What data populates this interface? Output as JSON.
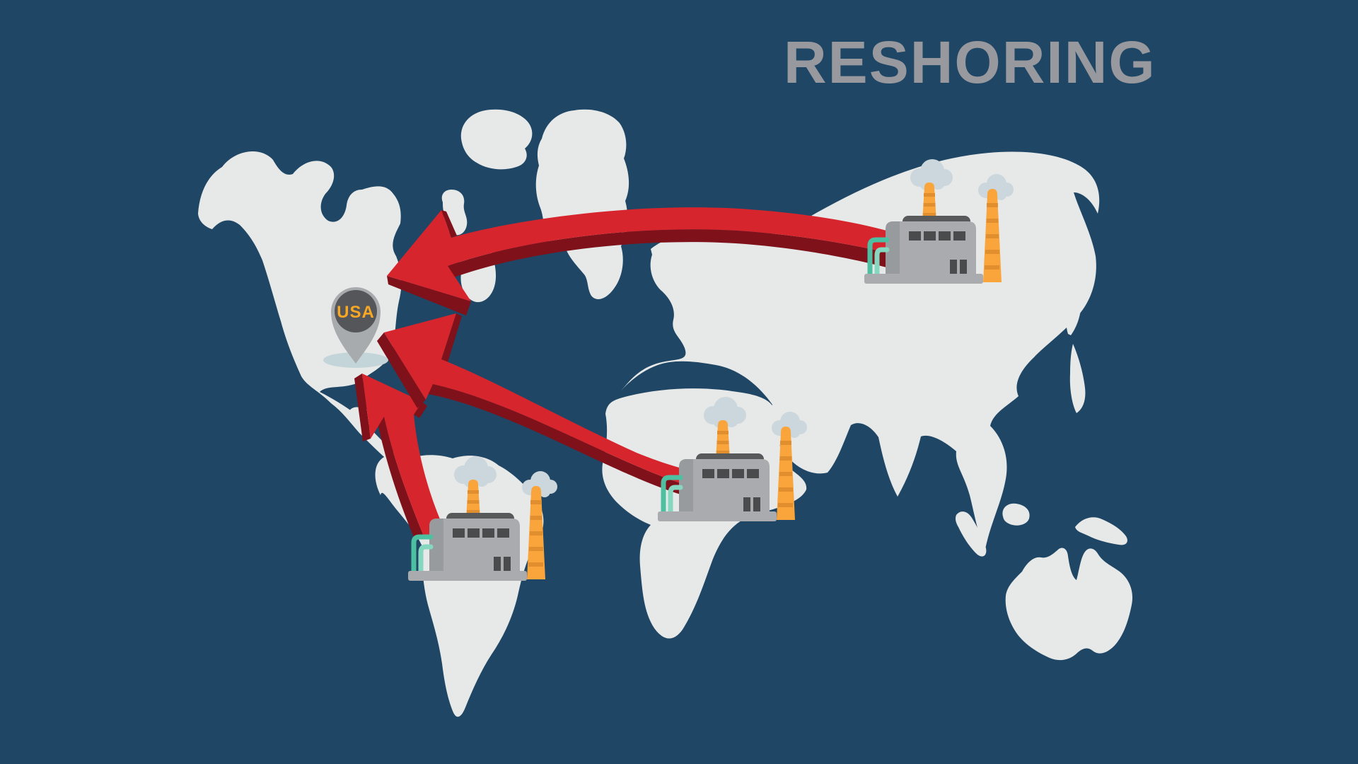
{
  "title": "RESHORING",
  "pin": {
    "label": "USA"
  },
  "colors": {
    "background": "#1F4765",
    "land": "#E7E8E8",
    "title": "#97999E",
    "arrow_red": "#D7252D",
    "arrow_dark": "#7E1119",
    "pin_gray": "#A8ABAE",
    "pin_circle": "#545659",
    "pin_shadow": "#C3D5D9",
    "label_orange": "#F9A825",
    "factory_body": "#A9ABAE",
    "factory_shade": "#989B9E",
    "factory_roof": "#58595B",
    "factory_dark": "#4A4B4D",
    "chimney": "#F9A53B",
    "chimney_band": "#E08E2E",
    "pipe_dark": "#4EC0A2",
    "pipe_light": "#85D7C0",
    "smoke": "#CBD7DC"
  },
  "map": {
    "regions": [
      "north-america",
      "greenland",
      "iceland",
      "british-isles",
      "eurasia",
      "africa",
      "south-america",
      "australia",
      "new-guinea",
      "borneo",
      "sumatra",
      "japan",
      "cuba"
    ]
  },
  "factories": [
    "asia",
    "africa",
    "south-america"
  ],
  "arrows": [
    {
      "from": "asia-factory",
      "to": "usa-pin"
    },
    {
      "from": "africa-factory",
      "to": "usa-pin"
    },
    {
      "from": "south-america-factory",
      "to": "usa-pin"
    }
  ]
}
